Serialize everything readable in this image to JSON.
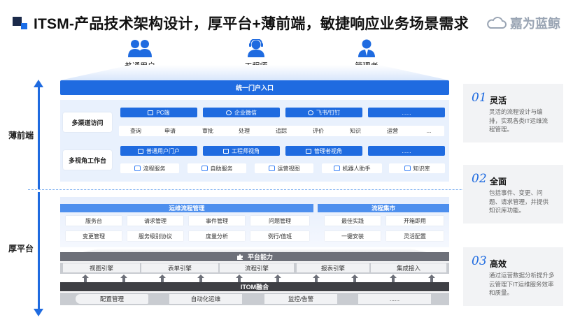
{
  "header": {
    "title": "ITSM-产品技术架构设计，厚平台+薄前端，敏捷响应业务场景需求",
    "brand": "嘉为蓝鲸"
  },
  "side_labels": {
    "thin_front": "薄前端",
    "thick_platform": "厚平台"
  },
  "users": [
    "普通用户",
    "工程师",
    "管理者"
  ],
  "portal": "统一门户入口",
  "channels": {
    "label": "多渠道访问",
    "items": [
      "PC端",
      "企业微信",
      "飞书/钉钉",
      "......"
    ],
    "actions": [
      "查询",
      "申请",
      "审批",
      "处理",
      "追踪",
      "评价",
      "知识",
      "运营",
      "..."
    ]
  },
  "workbench": {
    "label": "多视角工作台",
    "items": [
      "普通用户门户",
      "工程师视角",
      "管理者视角",
      "......"
    ],
    "services": [
      "流程服务",
      "自助服务",
      "运营视图",
      "机器人助手",
      "知识库"
    ]
  },
  "ops_process": {
    "title": "运维流程管理",
    "row1": [
      "服务台",
      "请求管理",
      "事件管理",
      "问题管理"
    ],
    "row2": [
      "变更管理",
      "服务级别协议",
      "度量分析",
      "例行/值班"
    ]
  },
  "process_market": {
    "title": "流程集市",
    "row1": [
      "最佳实践",
      "开箱即用"
    ],
    "row2": [
      "一键安装",
      "灵活配置"
    ]
  },
  "platform": {
    "title": "平台能力",
    "items": [
      "视图引擎",
      "表单引擎",
      "流程引擎",
      "报表引擎",
      "集成接入"
    ]
  },
  "itom": {
    "title": "ITOM融合",
    "items": [
      "配置管理",
      "自动化运维",
      "监控/告警",
      "......"
    ]
  },
  "cards": [
    {
      "num": "01",
      "title": "灵活",
      "desc": "灵活的流程设计与编排，实现各类IT运维流程管理。"
    },
    {
      "num": "02",
      "title": "全面",
      "desc": "包括事件、变更、问题、请求管理，并提供知识库功能。"
    },
    {
      "num": "03",
      "title": "高效",
      "desc": "通过运营数据分析提升多云管理下IT运维服务效率和质量。"
    }
  ],
  "colors": {
    "primary": "#1f6be0",
    "light_panel": "#e9f1fd",
    "dark_bar": "#3e3f44",
    "gray_bar": "#6d7079"
  }
}
